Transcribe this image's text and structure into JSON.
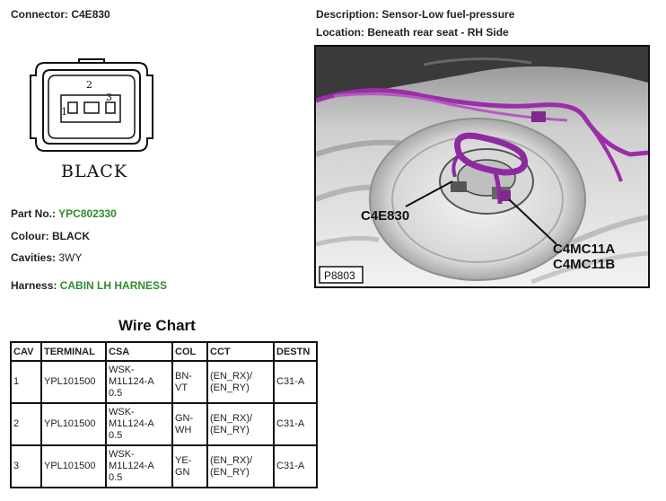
{
  "connector": {
    "label": "Connector:",
    "value": "C4E830"
  },
  "description": {
    "label": "Description:",
    "value": "Sensor-Low fuel-pressure"
  },
  "location": {
    "label": "Location:",
    "value": "Beneath rear seat - RH Side"
  },
  "connector_figure": {
    "color_label": "BLACK",
    "pins": [
      "1",
      "2",
      "3"
    ]
  },
  "part_no": {
    "label": "Part No.:",
    "value": "YPC802330"
  },
  "colour": {
    "label": "Colour:",
    "value": "BLACK"
  },
  "cavities": {
    "label": "Cavities:",
    "value": "3WY"
  },
  "harness": {
    "label": "Harness:",
    "value": "CABIN LH HARNESS"
  },
  "photo": {
    "callout_1": "C4E830",
    "callout_2": "C4MC11A",
    "callout_3": "C4MC11B",
    "ref_code": "P8803"
  },
  "colors": {
    "harness_wire": "#9b2ea8",
    "link_green": "#2e8b2e"
  },
  "wire_chart": {
    "title": "Wire Chart",
    "headers": [
      "CAV",
      "TERMINAL",
      "CSA",
      "COL",
      "CCT",
      "DESTN"
    ],
    "rows": [
      {
        "cav": "1",
        "terminal": "YPL101500",
        "csa": [
          "WSK-",
          "M1L124-A",
          "0.5"
        ],
        "col": [
          "BN-",
          "VT"
        ],
        "cct": [
          "(EN_RX)/",
          "(EN_RY)"
        ],
        "destn": "C31-A"
      },
      {
        "cav": "2",
        "terminal": "YPL101500",
        "csa": [
          "WSK-",
          "M1L124-A",
          "0.5"
        ],
        "col": [
          "GN-",
          "WH"
        ],
        "cct": [
          "(EN_RX)/",
          "(EN_RY)"
        ],
        "destn": "C31-A"
      },
      {
        "cav": "3",
        "terminal": "YPL101500",
        "csa": [
          "WSK-",
          "M1L124-A",
          "0.5"
        ],
        "col": [
          "YE-",
          "GN"
        ],
        "cct": [
          "(EN_RX)/",
          "(EN_RY)"
        ],
        "destn": "C31-A"
      }
    ]
  }
}
